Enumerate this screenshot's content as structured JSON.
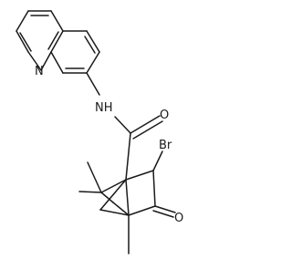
{
  "molecule": {
    "atom_labels": {
      "quinoline_nitrogen": "N",
      "amide_nh": "NH",
      "amide_oxygen": "O",
      "bromine": "Br",
      "ketone_oxygen": "O"
    }
  }
}
